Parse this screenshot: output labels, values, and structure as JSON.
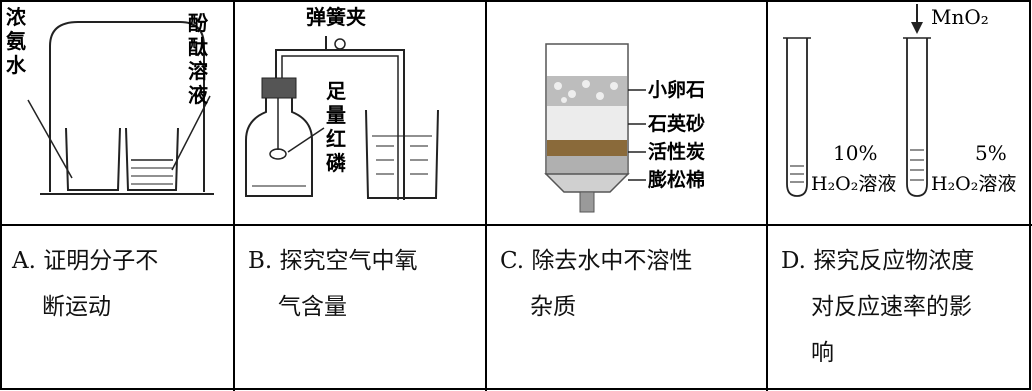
{
  "panels": [
    {
      "id": "A",
      "labels": {
        "left": "浓氨水",
        "right": "酚酞溶液"
      },
      "caption_line1": "A. 证明分子不",
      "caption_line2": "断运动"
    },
    {
      "id": "B",
      "labels": {
        "clamp": "弹簧夹",
        "phosphorus": "足量红磷"
      },
      "caption_line1": "B. 探究空气中氧",
      "caption_line2": "气含量"
    },
    {
      "id": "C",
      "labels": {
        "layer1": "小卵石",
        "layer2": "石英砂",
        "layer3": "活性炭",
        "layer4": "膨松棉"
      },
      "caption_line1": "C. 除去水中不溶性",
      "caption_line2": "杂质"
    },
    {
      "id": "D",
      "labels": {
        "reagent": "MnO₂",
        "left_pct": "10%",
        "left_sol": "H₂O₂溶液",
        "right_pct": "5%",
        "right_sol": "H₂O₂溶液"
      },
      "caption_line1": "D. 探究反应物浓度",
      "caption_line2": "对反应速率的影",
      "caption_line3": "响"
    }
  ]
}
